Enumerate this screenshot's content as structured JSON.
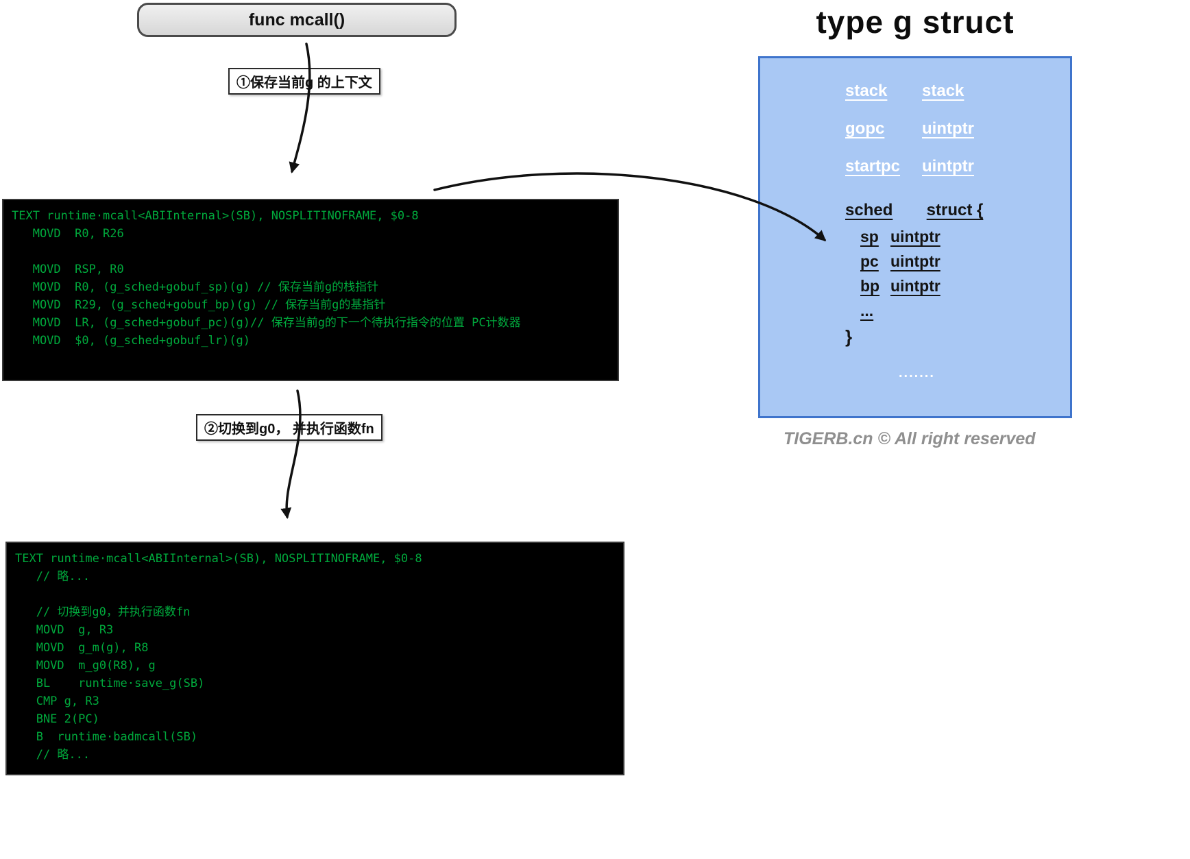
{
  "colors": {
    "code_green": "#00a93c",
    "code_bg": "#000000",
    "struct_bg": "#a9c8f4",
    "struct_border": "#3f74cc",
    "arrow": "#111111"
  },
  "flow": {
    "func_box_label": "func mcall()",
    "step1_label": "①保存当前g 的上下文",
    "step2_label": "②切换到g0， 并执行函数fn"
  },
  "code_block_1": {
    "lines": [
      "TEXT runtime·mcall<ABIInternal>(SB), NOSPLITINOFRAME, $0-8",
      "   MOVD  R0, R26",
      "",
      "   MOVD  RSP, R0",
      "   MOVD  R0, (g_sched+gobuf_sp)(g) // 保存当前g的栈指针",
      "   MOVD  R29, (g_sched+gobuf_bp)(g) // 保存当前g的基指针",
      "   MOVD  LR, (g_sched+gobuf_pc)(g)// 保存当前g的下一个待执行指令的位置 PC计数器",
      "   MOVD  $0, (g_sched+gobuf_lr)(g)"
    ]
  },
  "code_block_2": {
    "lines": [
      "TEXT runtime·mcall<ABIInternal>(SB), NOSPLITINOFRAME, $0-8",
      "   // 略...",
      "",
      "   // 切换到g0，并执行函数fn",
      "   MOVD  g, R3",
      "   MOVD  g_m(g), R8",
      "   MOVD  m_g0(R8), g",
      "   BL    runtime·save_g(SB)",
      "   CMP g, R3",
      "   BNE 2(PC)",
      "   B  runtime·badmcall(SB)",
      "   // 略..."
    ]
  },
  "struct_panel": {
    "title": "type g struct",
    "top_fields": [
      {
        "name": "stack",
        "type": "stack"
      },
      {
        "name": "gopc",
        "type": "uintptr"
      },
      {
        "name": "startpc",
        "type": "uintptr"
      }
    ],
    "sched_header_name": "sched",
    "sched_header_type": "struct {",
    "sched_fields": [
      {
        "name": "sp",
        "type": "uintptr"
      },
      {
        "name": "pc",
        "type": "uintptr"
      },
      {
        "name": "bp",
        "type": "uintptr"
      },
      {
        "name": "...",
        "type": ""
      }
    ],
    "sched_close": "}",
    "ellipsis": ".......",
    "credit": "TIGERB.cn © All right reserved"
  }
}
